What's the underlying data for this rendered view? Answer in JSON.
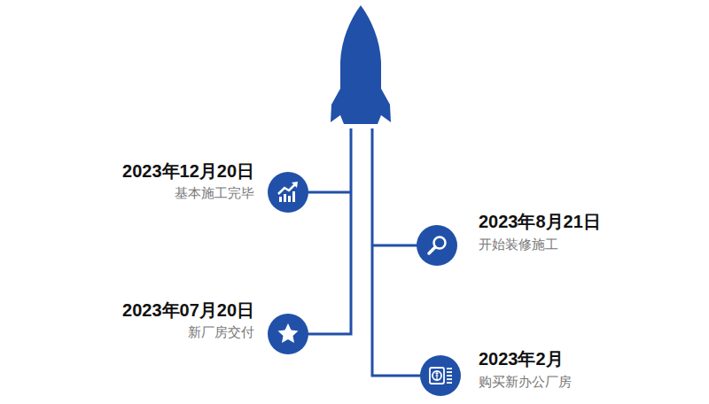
{
  "diagram": {
    "labels": [
      "2023年12月20日",
      "基本施工完毕",
      "2023年8月21日",
      "开始装修施工",
      "2023年07月20日",
      "新厂房交付",
      "2023年2月",
      "购买新办公厂房"
    ]
  }
}
